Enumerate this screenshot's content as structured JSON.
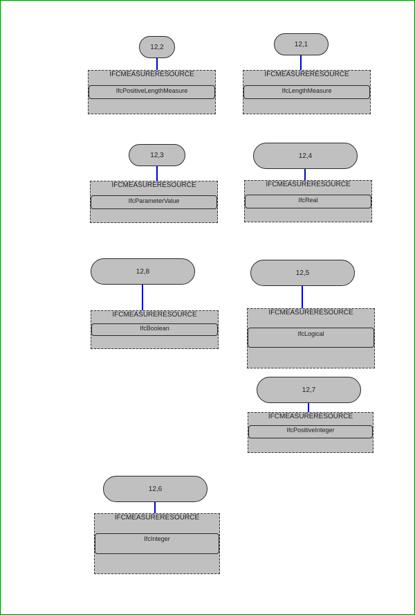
{
  "diagram": {
    "border_color": "#008000",
    "node_fill": "#c0c0c0",
    "connector_color": "#0000cc",
    "nodes": [
      {
        "page_ref": "12,2",
        "entity_type": "IFCMEASURERESOURCE",
        "attribute": "IfcPositiveLengthMeasure"
      },
      {
        "page_ref": "12,1",
        "entity_type": "IFCMEASURERESOURCE",
        "attribute": "IfcLengthMeasure"
      },
      {
        "page_ref": "12,3",
        "entity_type": "IFCMEASURERESOURCE",
        "attribute": "IfcParameterValue"
      },
      {
        "page_ref": "12,4",
        "entity_type": "IFCMEASURERESOURCE",
        "attribute": "IfcReal"
      },
      {
        "page_ref": "12,8",
        "entity_type": "IFCMEASURERESOURCE",
        "attribute": "IfcBoolean"
      },
      {
        "page_ref": "12,5",
        "entity_type": "IFCMEASURERESOURCE",
        "attribute": "IfcLogical"
      },
      {
        "page_ref": "12,7",
        "entity_type": "IFCMEASURERESOURCE",
        "attribute": "IfcPositiveInteger"
      },
      {
        "page_ref": "12,6",
        "entity_type": "IFCMEASURERESOURCE",
        "attribute": "IfcInteger"
      }
    ]
  }
}
